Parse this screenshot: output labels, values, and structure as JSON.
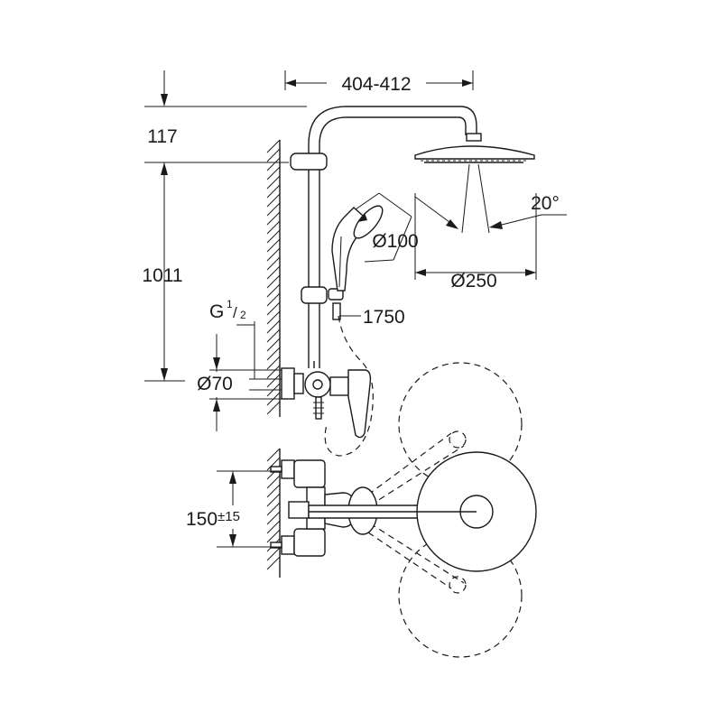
{
  "dimensions": {
    "arm_reach": "404-412",
    "top_offset": "117",
    "rail_height": "1011",
    "angle": "20°",
    "hand_shower_diameter": "Ø100",
    "head_diameter": "Ø250",
    "hose_length": "1750",
    "thread_main": "G",
    "thread_num": "1",
    "thread_den": "2",
    "rosette_diameter": "Ø70",
    "center_distance": "150",
    "center_tolerance": "±15"
  },
  "colors": {
    "line": "#1a1a1a",
    "background": "#ffffff"
  }
}
